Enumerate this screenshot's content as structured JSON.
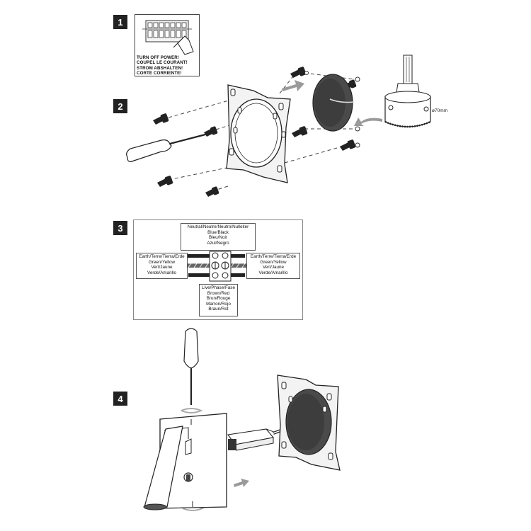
{
  "steps": {
    "step1": "1",
    "step2": "2",
    "step3": "3",
    "step4": "4"
  },
  "warning": {
    "lines": [
      "TURN OFF POWER!",
      "COUPEL LE COURANT!",
      "STROM ABSHALTEN!",
      "CORTE CORRIENTE!"
    ]
  },
  "hole_saw": {
    "diameter_label": "ø70mm"
  },
  "wiring": {
    "neutral": [
      "Neutral/Neutre/Neutro/Nulleiter",
      "Blue/Black",
      "Bleu/Noir",
      "Azul/Negro"
    ],
    "earth_left": [
      "Earth/Terre/Tierra/Erde",
      "Green/Yellow",
      "Vert/Jaune",
      "Verde/Amarillo"
    ],
    "earth_right": [
      "Earth/Terre/Tierra/Erde",
      "Green/Yellow",
      "Vert/Jaune",
      "Verde/Amarillo"
    ],
    "live": [
      "Live/Phase/Fase",
      "Brown/Red",
      "Brun/Rouge",
      "Marron/Rojo",
      "Braun/Rot"
    ]
  }
}
